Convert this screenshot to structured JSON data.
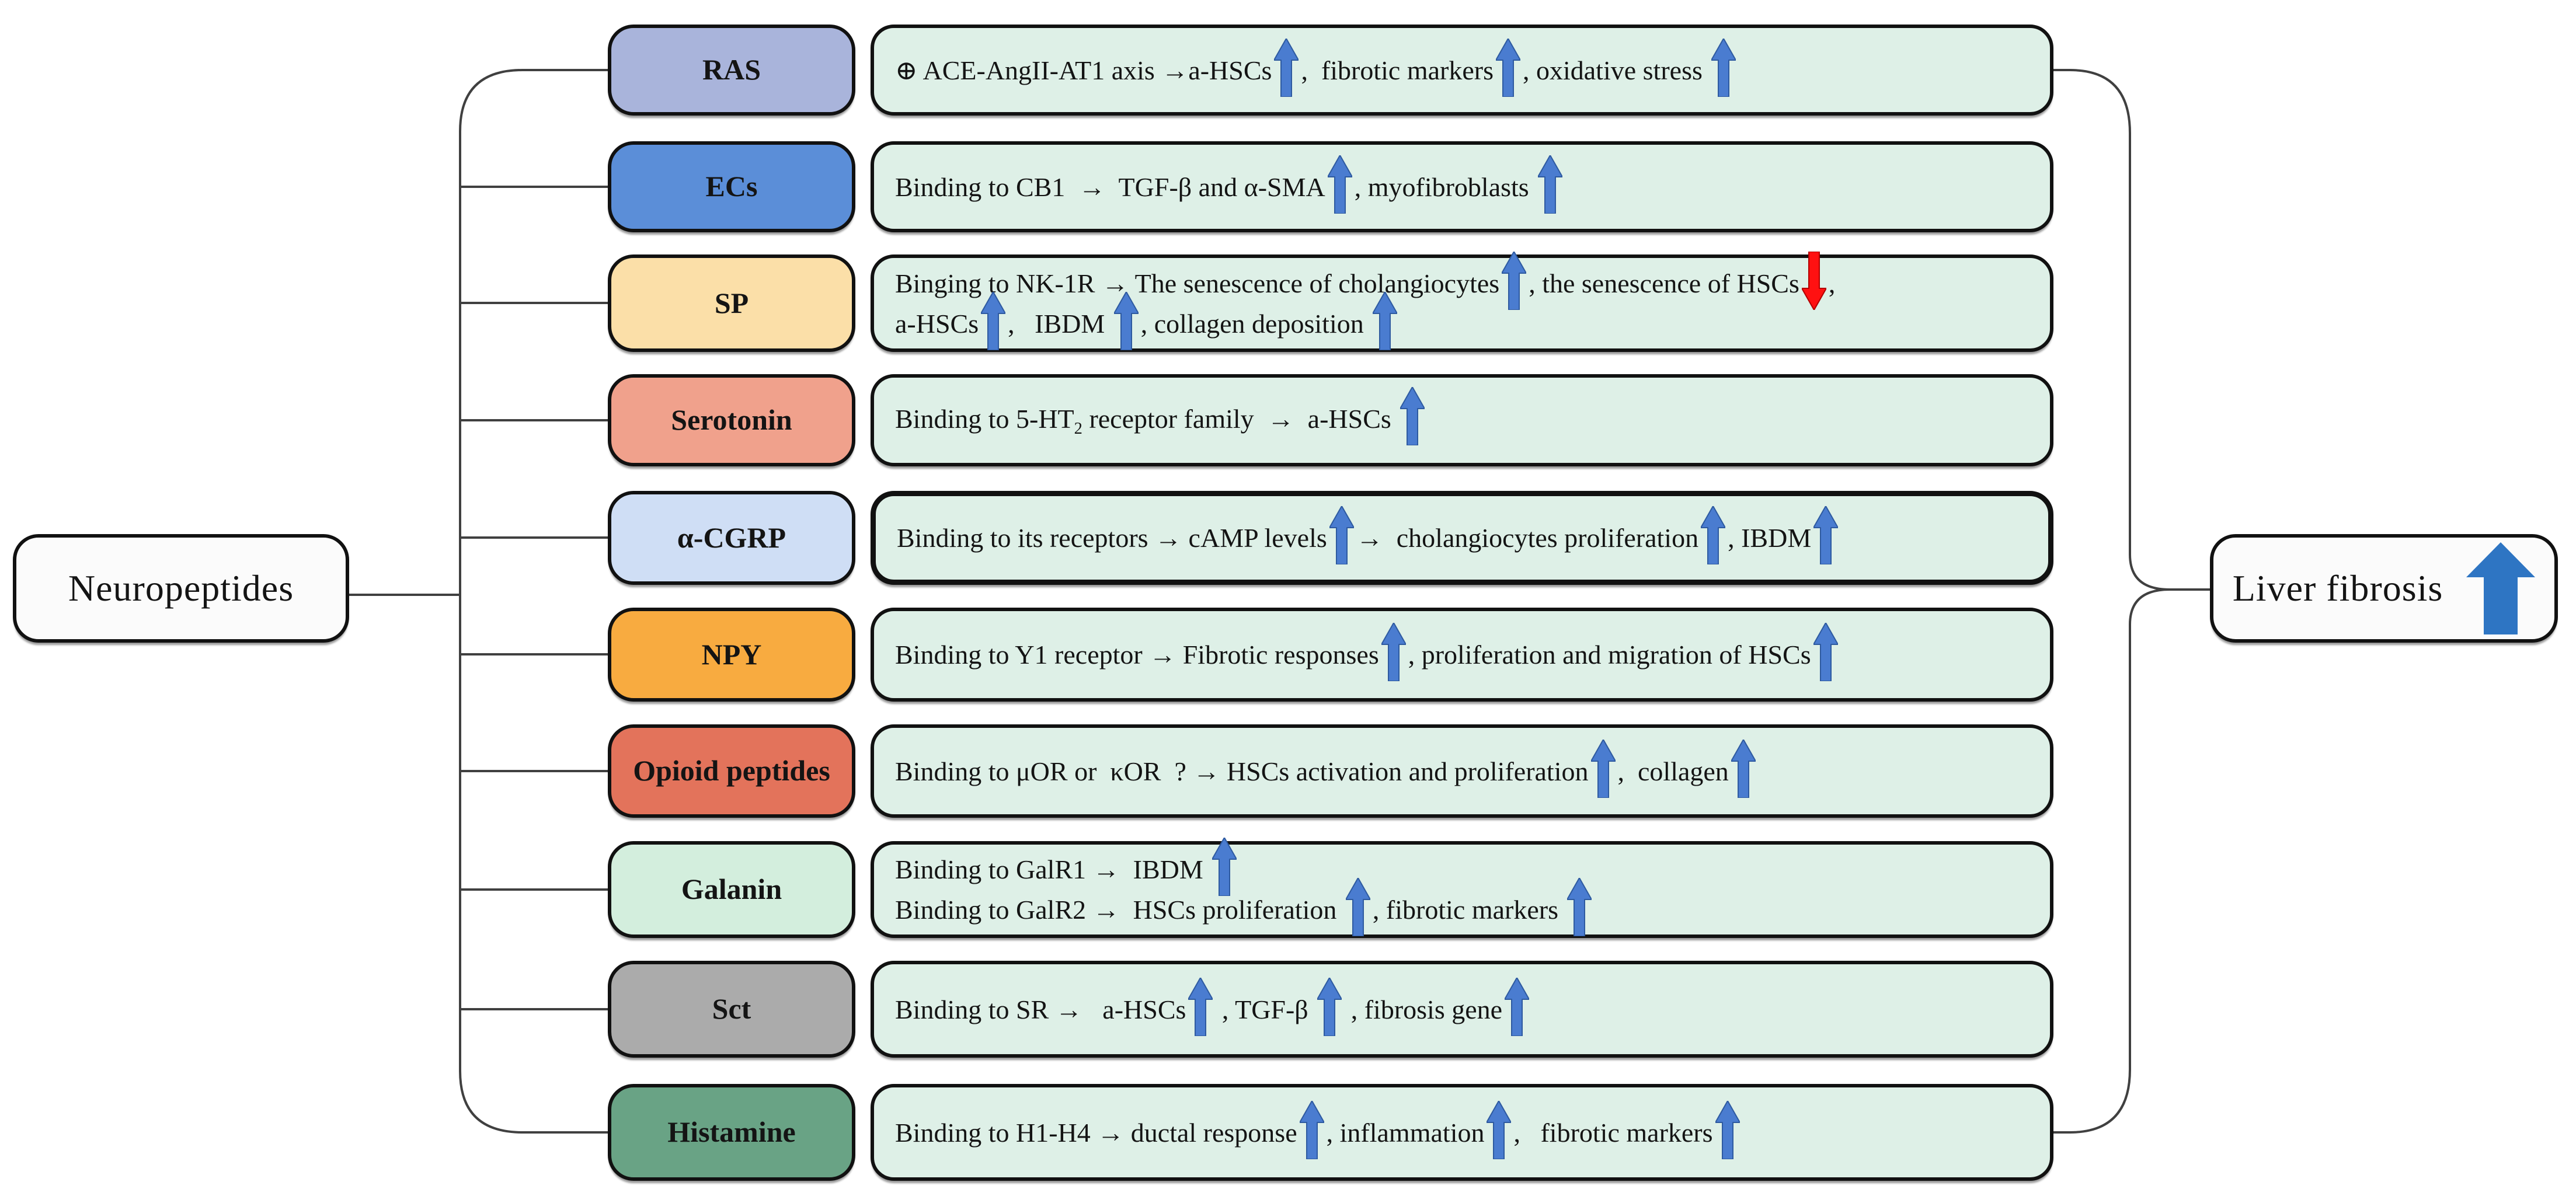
{
  "root": {
    "label": "Neuropeptides"
  },
  "outcome": {
    "label": "Liver fibrosis",
    "arrow": "big-up"
  },
  "rows": [
    {
      "label": "RAS",
      "color": "#a9b4db",
      "lines": [
        [
          "⊕ ACE-AngII-AT1 axis →a-HSCs",
          {
            "a": "up"
          },
          ",  fibrotic markers",
          {
            "a": "up"
          },
          ", oxidative stress ",
          {
            "a": "up"
          }
        ]
      ]
    },
    {
      "label": "ECs",
      "color": "#5b8ed8",
      "lines": [
        [
          "Binding to CB1  →  TGF-β and α-SMA",
          {
            "a": "up"
          },
          ", myofibroblasts ",
          {
            "a": "up"
          }
        ]
      ]
    },
    {
      "label": "SP",
      "color": "#fbdfa8",
      "lines": [
        [
          "Binging to NK-1R → The senescence of cholangiocytes",
          {
            "a": "up"
          },
          ", the senescence of HSCs",
          {
            "a": "down"
          },
          ","
        ],
        [
          "a-HSCs",
          {
            "a": "up"
          },
          ",   IBDM ",
          {
            "a": "up"
          },
          ", collagen deposition ",
          {
            "a": "up"
          }
        ]
      ]
    },
    {
      "label": "Serotonin",
      "color": "#f0a18c",
      "lines": [
        [
          "Binding to 5-HT",
          {
            "sub": "2"
          },
          " receptor family  →  a-HSCs ",
          {
            "a": "up"
          }
        ]
      ]
    },
    {
      "label": "α-CGRP",
      "color": "#cfdef5",
      "thick_border": true,
      "lines": [
        [
          "Binding to its receptors → cAMP levels",
          {
            "a": "up"
          },
          "→  cholangiocytes proliferation",
          {
            "a": "up"
          },
          ", IBDM",
          {
            "a": "up"
          }
        ]
      ]
    },
    {
      "label": "NPY",
      "color": "#f8ab40",
      "lines": [
        [
          "Binding to Y1 receptor → Fibrotic responses",
          {
            "a": "up"
          },
          ", proliferation and migration of HSCs",
          {
            "a": "up"
          }
        ]
      ]
    },
    {
      "label": "Opioid peptides",
      "color": "#e3735b",
      "lines": [
        [
          "Binding to μOR or  κOR  ? → HSCs activation and proliferation",
          {
            "a": "up"
          },
          ",  collagen",
          {
            "a": "up"
          }
        ]
      ]
    },
    {
      "label": "Galanin",
      "color": "#d3eedd",
      "lines": [
        [
          "Binding to GalR1 →  IBDM ",
          {
            "a": "up"
          }
        ],
        [
          "Binding to GalR2 →  HSCs proliferation ",
          {
            "a": "up"
          },
          ", fibrotic markers ",
          {
            "a": "up"
          }
        ]
      ]
    },
    {
      "label": "Sct",
      "color": "#ababab",
      "lines": [
        [
          "Binding to SR →   a-HSCs",
          {
            "a": "up"
          },
          " , TGF-β ",
          {
            "a": "up"
          },
          " , fibrosis gene",
          {
            "a": "up"
          }
        ]
      ]
    },
    {
      "label": "Histamine",
      "color": "#69a385",
      "lines": [
        [
          "Binding to H1-H4 → ductal response",
          {
            "a": "up"
          },
          ", inflammation",
          {
            "a": "up"
          },
          ",   fibrotic markers",
          {
            "a": "up"
          }
        ]
      ]
    }
  ],
  "colors": {
    "effect_box_bg": "#def0e7",
    "box_border": "#111111",
    "up_arrow_fill": "#4a7cd0",
    "up_arrow_edge": "#2e5aa0",
    "down_arrow_fill": "#ff1111",
    "down_arrow_edge": "#b30000",
    "big_arrow_fill": "#2e75c3",
    "connector": "#404040"
  }
}
